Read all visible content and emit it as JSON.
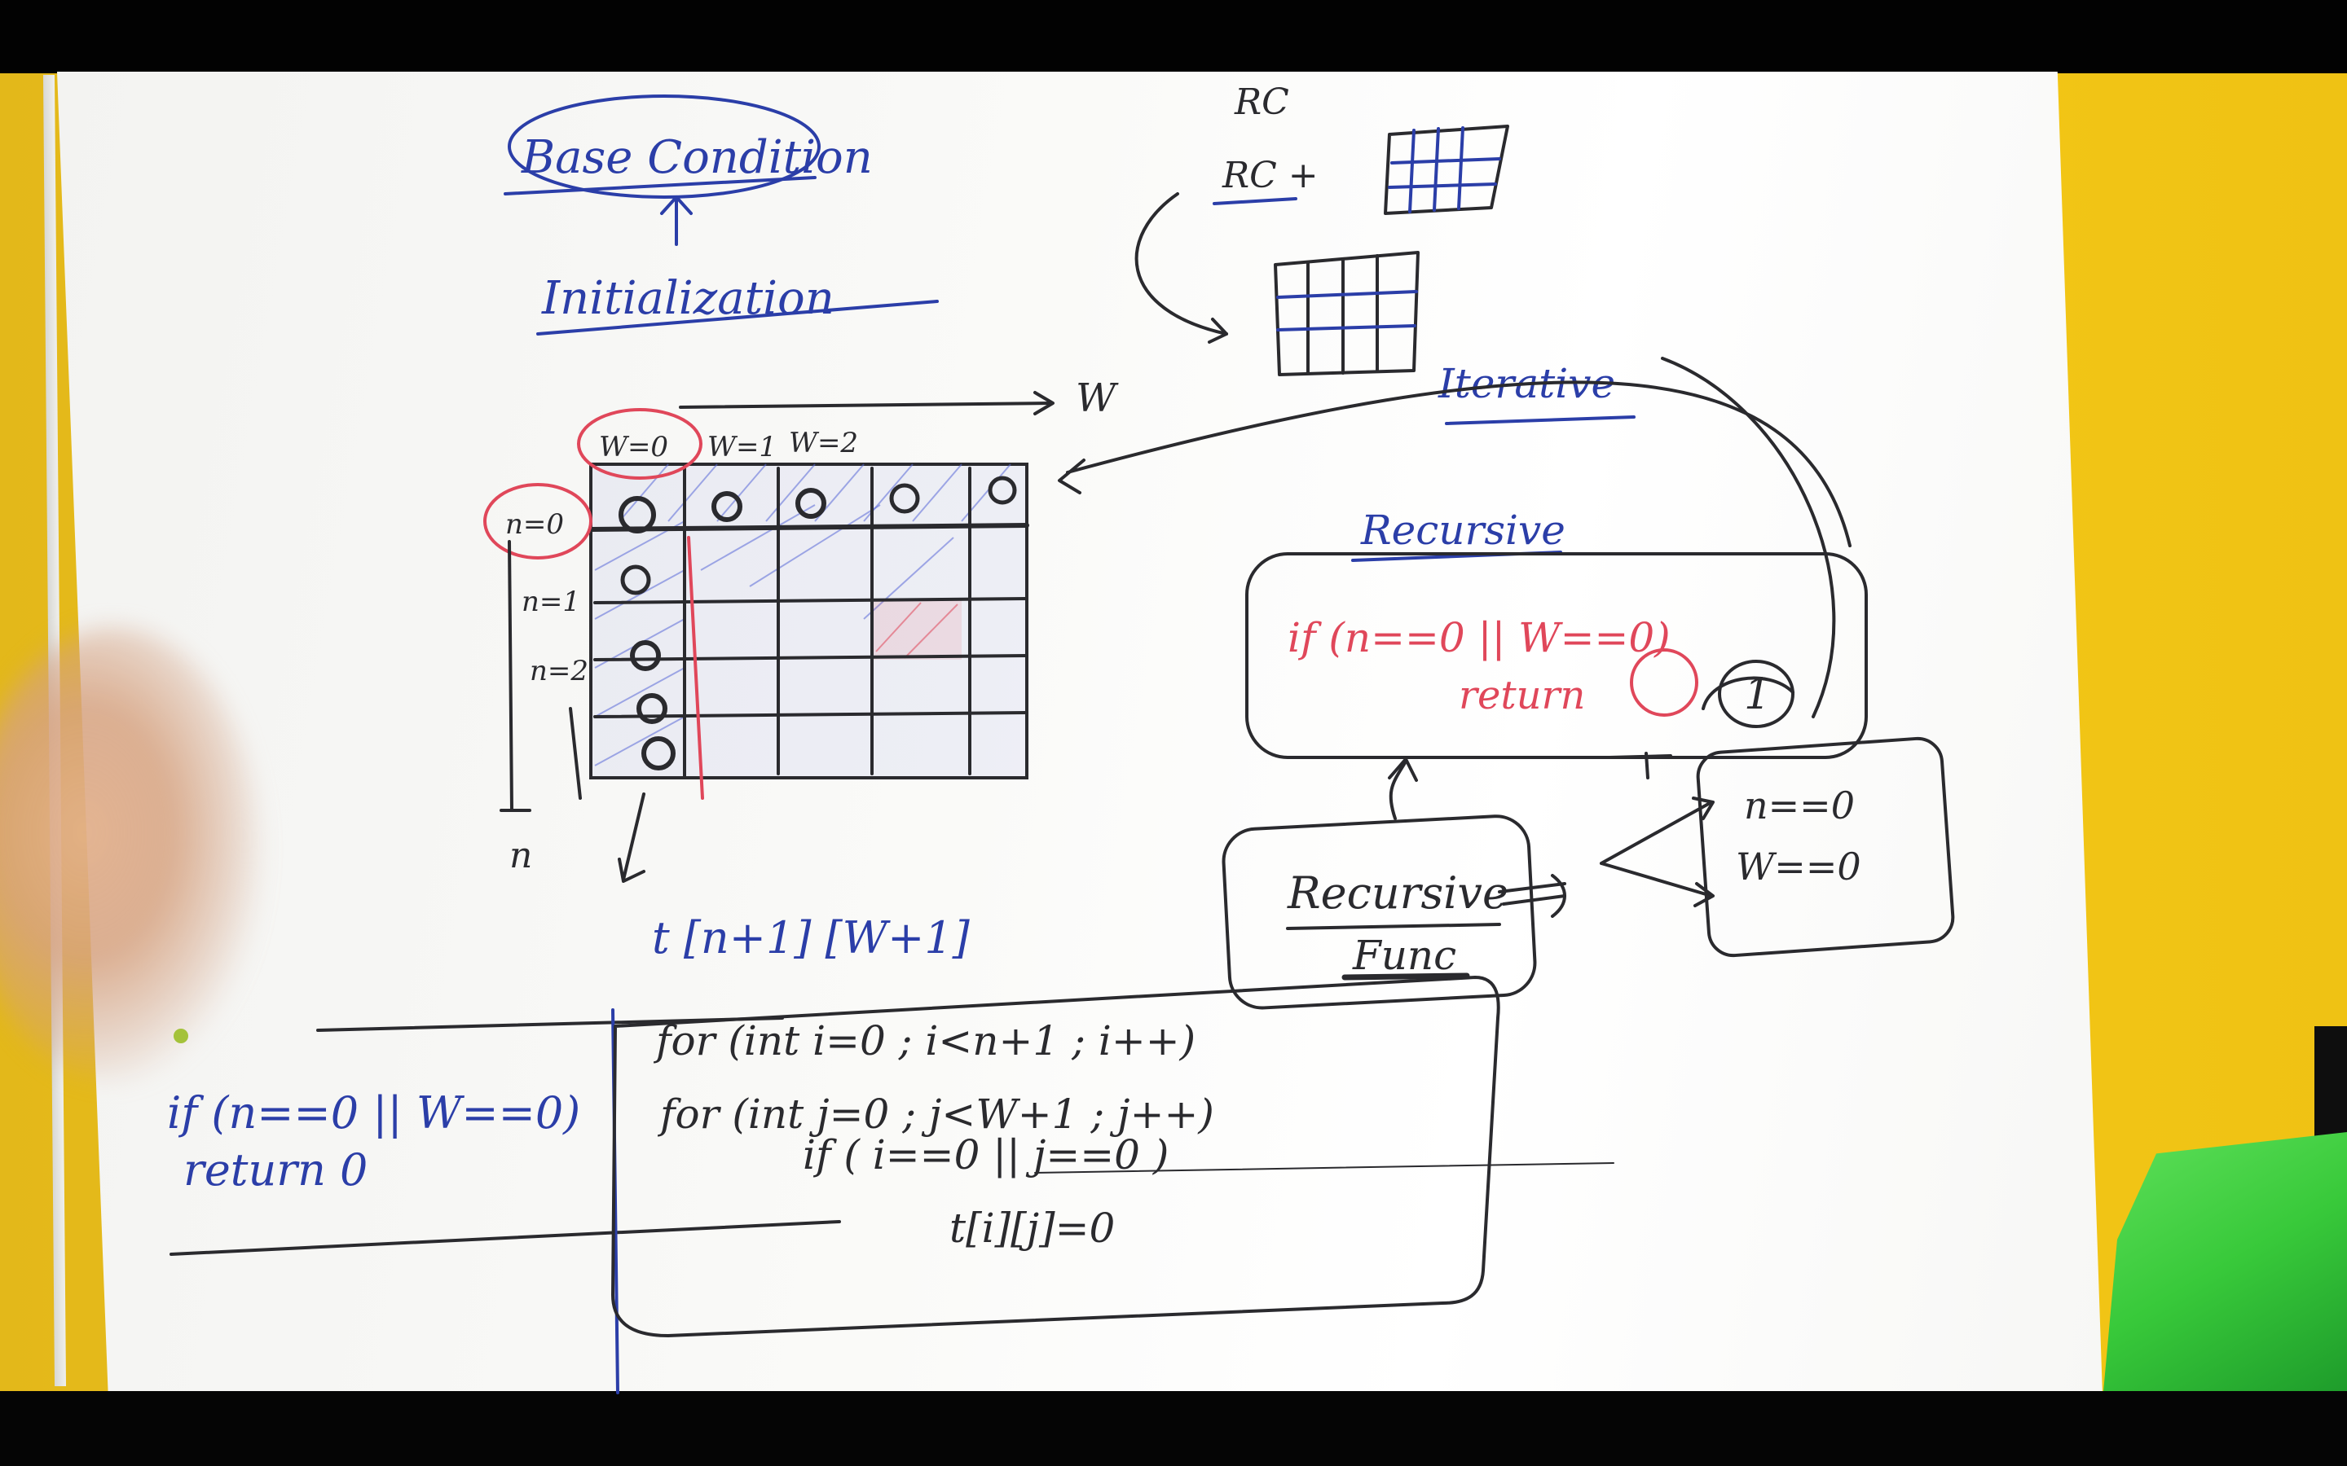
{
  "board": {
    "title": "Base Condition",
    "subtitle": "Initialization",
    "rc": "RC",
    "rc_plus": "RC +",
    "iterative": "Iterative",
    "recursive": "Recursive",
    "w_axis": "W",
    "n_axis": "n",
    "col_headers": [
      "W=0",
      "W=1",
      "W=2"
    ],
    "row_headers": [
      "n=0",
      "n=1",
      "n=2"
    ],
    "cell_zero": "0",
    "table_decl": "t [n+1] [W+1]",
    "rec_condition": "if (n==0 || W==0)",
    "rec_return": "return",
    "rec_one": "1",
    "cond_n": "n==0",
    "cond_w": "W==0",
    "rec_func_1": "Recursive",
    "rec_func_2": "Func",
    "left_cond": "if (n==0 || W==0)",
    "left_return": "return 0",
    "code_line1": "for (int i=0 ; i<n+1 ; i++)",
    "code_line2": "for (int j=0 ; j<W+1 ; j++)",
    "code_line3": "if ( i==0 || j==0 )",
    "code_line4": "t[i][j]=0"
  },
  "colors": {
    "blue_ink": "#2b3ea8",
    "black_ink": "#2a2a2e",
    "red_ink": "#e0475a",
    "wall_yellow": "#f0c418"
  }
}
